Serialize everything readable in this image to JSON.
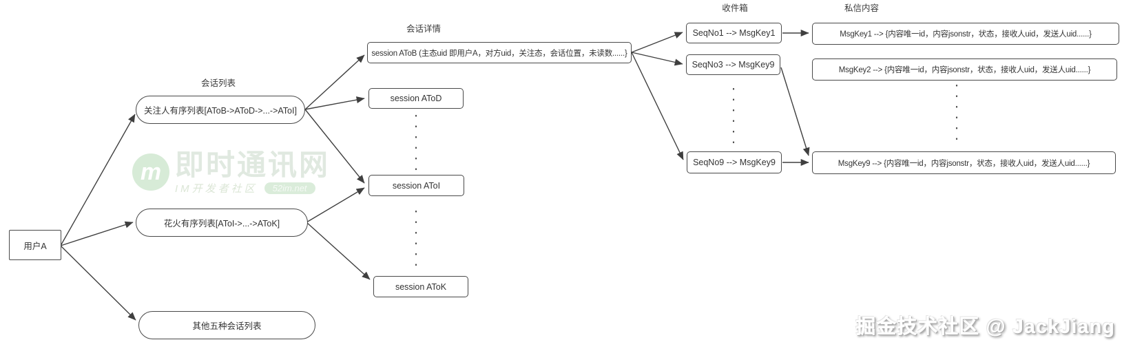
{
  "column_labels": {
    "session_list": "会话列表",
    "session_detail": "会话详情",
    "inbox": "收件箱",
    "private_content": "私信内容"
  },
  "nodes": {
    "user_a": "用户A",
    "follow_list": "关注人有序列表[AToB->AToD->...->AToI]",
    "spark_list": "花火有序列表[AToI->...->AToK]",
    "other_lists": "其他五种会话列表",
    "session_atob": "session AToB (主态uid 即用户A，对方uid，关注态，会话位置，未读数......}",
    "session_atod": "session AToD",
    "session_atoi": "session AToI",
    "session_atok": "session AToK",
    "seqno1": "SeqNo1 --> MsgKey1",
    "seqno3": "SeqNo3 --> MsgKey9",
    "seqno9": "SeqNo9 --> MsgKey9",
    "msgkey1": "MsgKey1 --> {内容唯一id，内容jsonstr，状态，接收人uid，发送人uid......}",
    "msgkey2": "MsgKey2 --> {内容唯一id，内容jsonstr，状态，接收人uid，发送人uid......}",
    "msgkey9": "MsgKey9 --> {内容唯一id，内容jsonstr，状态，接收人uid，发送人uid......}"
  },
  "watermark": {
    "logo": "m",
    "title": "即时通讯网",
    "subtitle": "IM开发者社区",
    "badge": "52im.net"
  },
  "signature": "掘金技术社区 @ JackJiang",
  "colors": {
    "line": "#3f3f3f",
    "box_border": "#484848",
    "text": "#333333",
    "watermark_green": "#d7ebd7"
  }
}
